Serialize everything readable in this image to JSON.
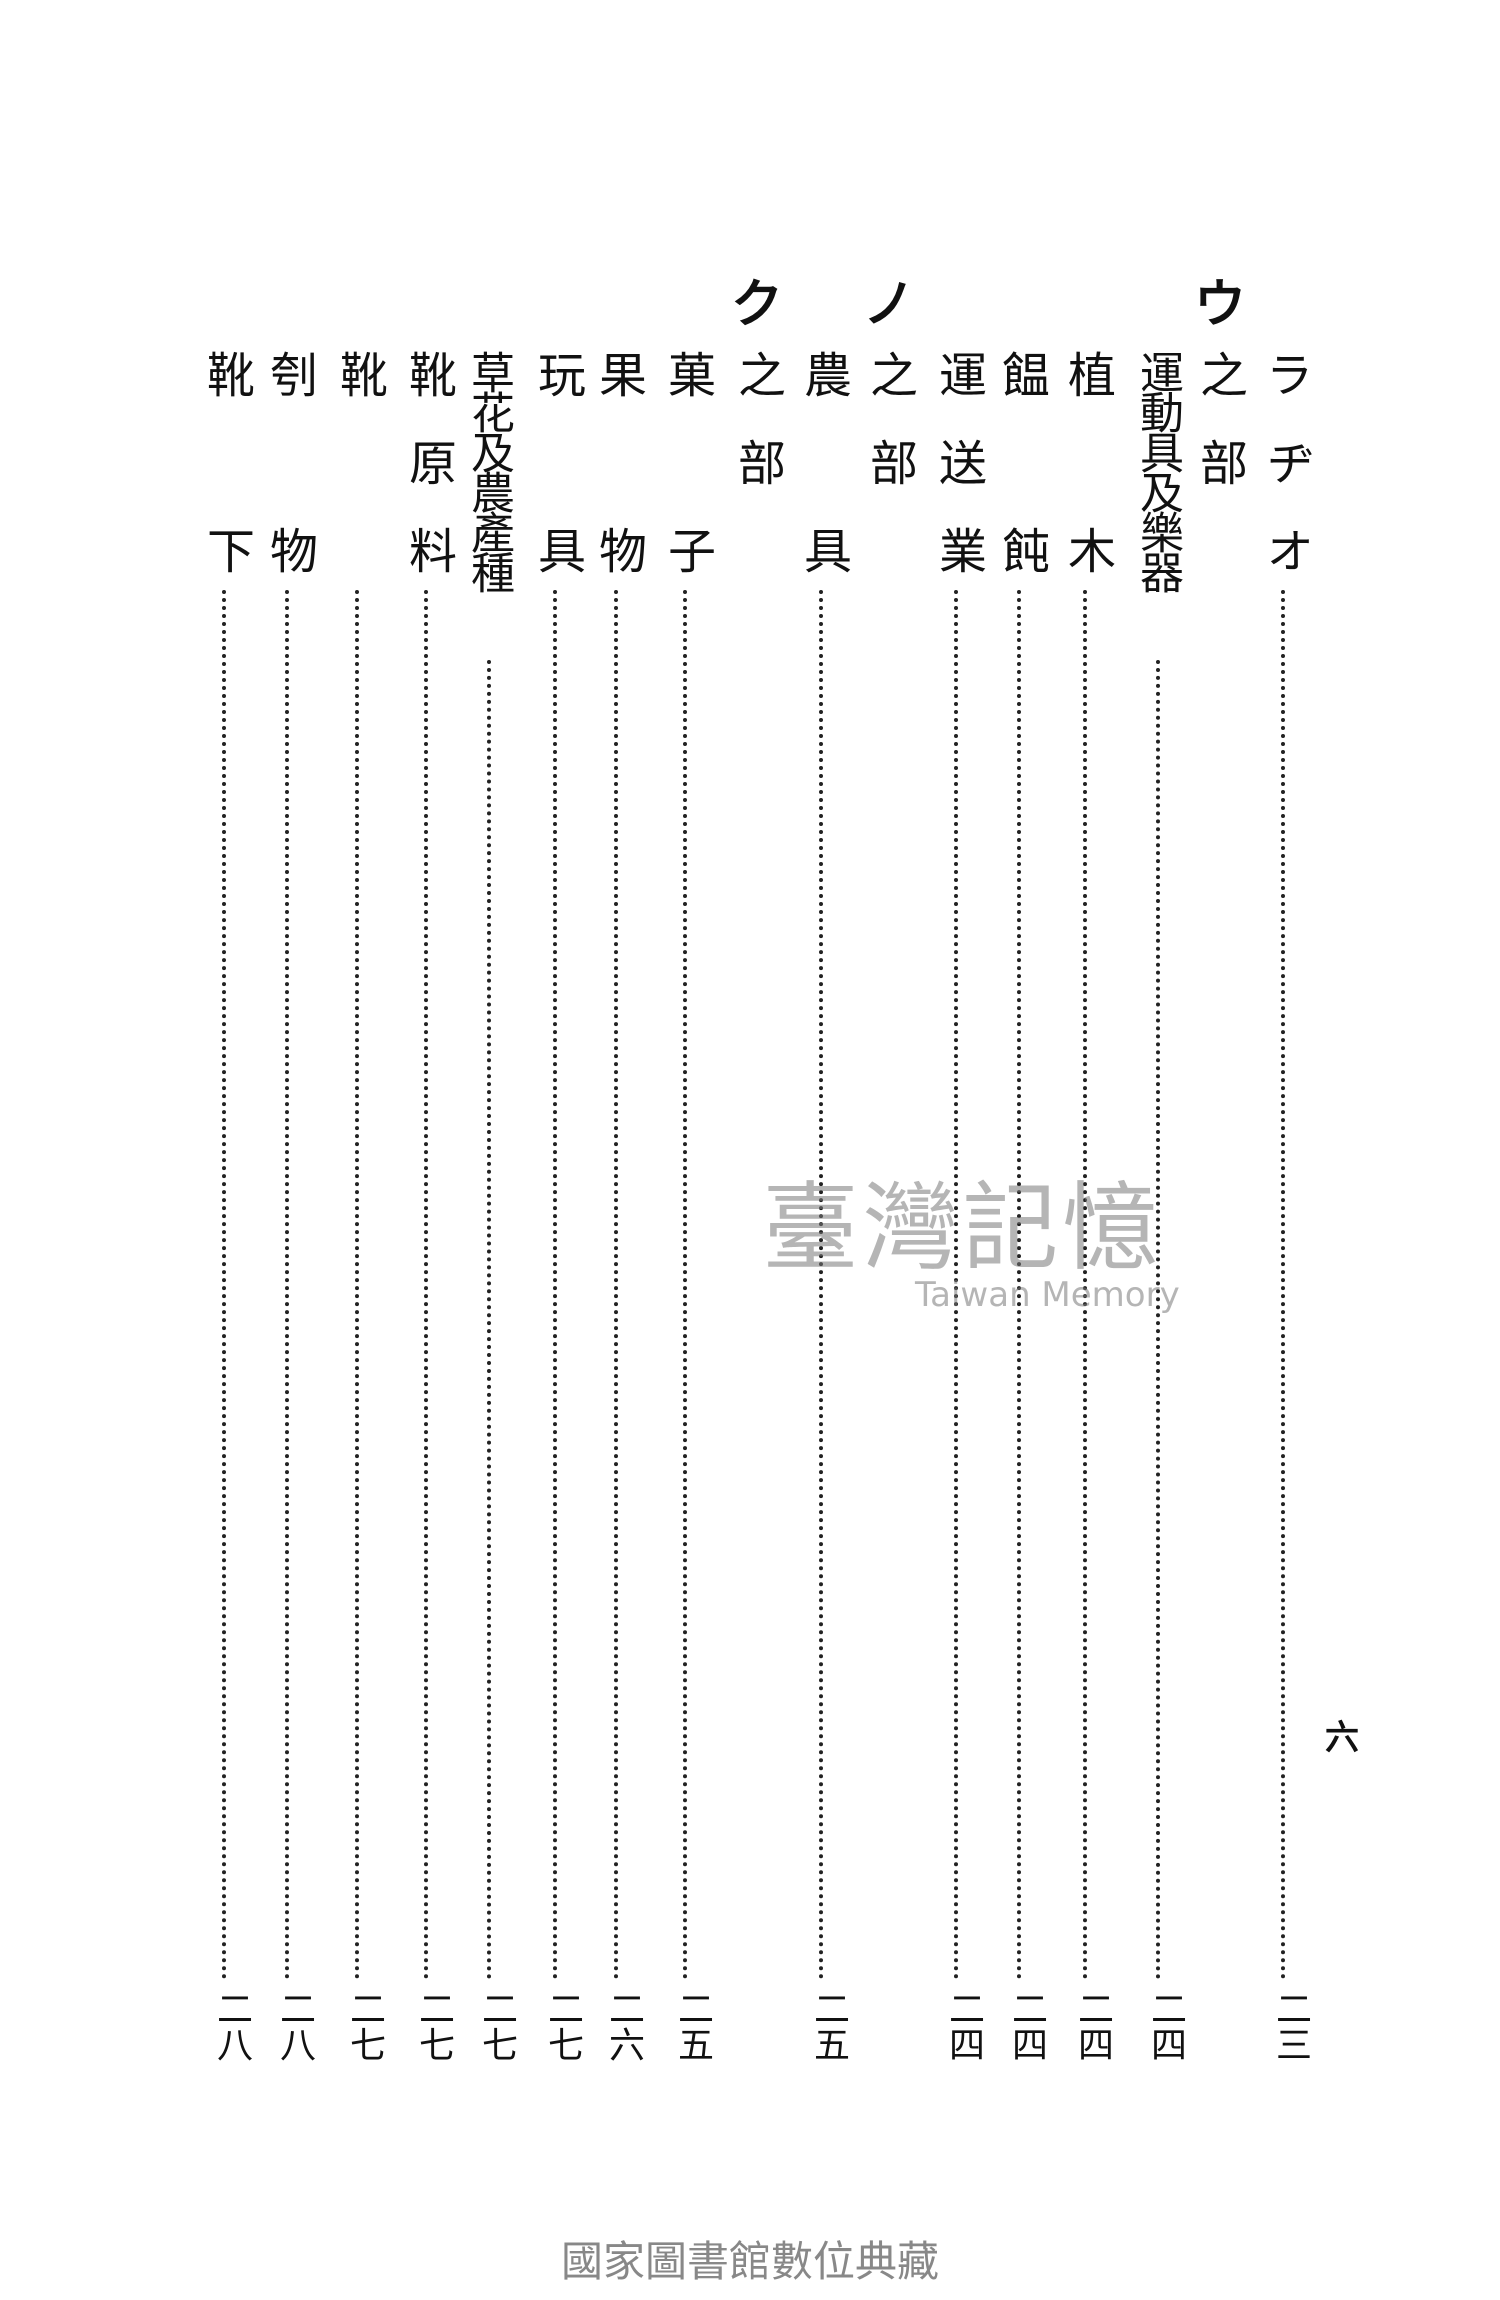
{
  "headings": [
    "ウ",
    "ノ",
    "ク"
  ],
  "entries": [
    {
      "t": "ラ",
      "m": "ヂ",
      "b": "オ",
      "page": "二三"
    },
    {
      "t": "之",
      "m": "部",
      "b": "",
      "page": ""
    },
    {
      "t": "運動具及樂器",
      "m": "",
      "b": "",
      "page": "二四",
      "long": true
    },
    {
      "t": "植",
      "m": "",
      "b": "木",
      "page": "二四"
    },
    {
      "t": "饂",
      "m": "",
      "b": "飩",
      "page": "二四"
    },
    {
      "t": "運",
      "m": "送",
      "b": "業",
      "page": "二四"
    },
    {
      "t": "之",
      "m": "部",
      "b": "",
      "page": ""
    },
    {
      "t": "農",
      "m": "",
      "b": "具",
      "page": "二五"
    },
    {
      "t": "之",
      "m": "部",
      "b": "",
      "page": ""
    },
    {
      "t": "菓",
      "m": "",
      "b": "子",
      "page": "二五"
    },
    {
      "t": "果",
      "m": "",
      "b": "物",
      "page": "二六"
    },
    {
      "t": "玩",
      "m": "",
      "b": "具",
      "page": "二七"
    },
    {
      "t": "草花及農產種",
      "m": "",
      "b": "",
      "page": "二七",
      "long": true
    },
    {
      "t": "靴",
      "m": "原",
      "b": "料",
      "page": "二七"
    },
    {
      "t": "靴",
      "m": "",
      "b": "",
      "page": "二七"
    },
    {
      "t": "刳",
      "m": "",
      "b": "物",
      "page": "二八"
    },
    {
      "t": "靴",
      "m": "",
      "b": "下",
      "page": "二八"
    }
  ],
  "page_number": "六",
  "watermark": {
    "cn": "臺灣記憶",
    "en": "Taiwan Memory"
  },
  "footer": "國家圖書館數位典藏"
}
